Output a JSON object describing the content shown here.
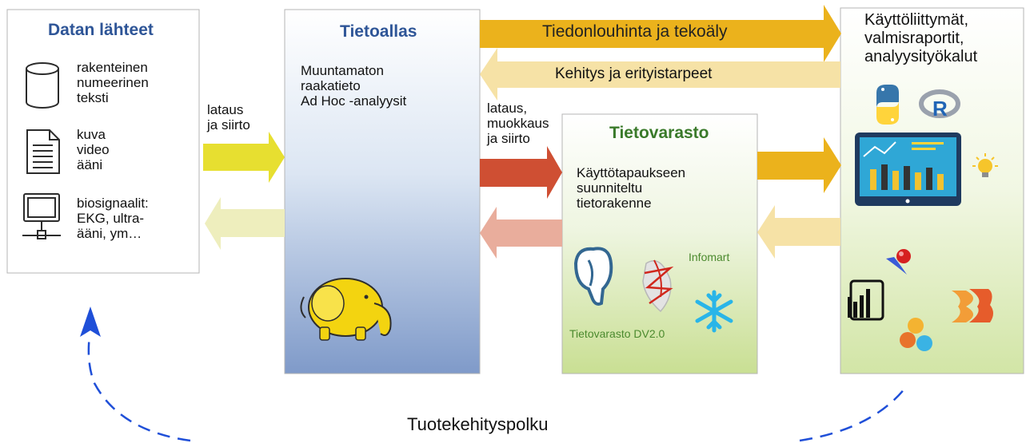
{
  "sources": {
    "title": "Datan lähteet",
    "items": [
      {
        "icon": "database-icon",
        "text": "rakenteinen\nnumeerinen\nteksti"
      },
      {
        "icon": "document-icon",
        "text": "kuva\nvideo\nääni"
      },
      {
        "icon": "computer-network-icon",
        "text": "biosignaalit:\nEKG, ultra-\nääni, ym…"
      }
    ]
  },
  "lake": {
    "title": "Tietoallas",
    "text": "Muuntamaton\nraakatieto\nAd Hoc -analyysit",
    "logo_icon": "hadoop-elephant-icon"
  },
  "warehouse": {
    "title": "Tietovarasto",
    "text": "Käyttötapaukseen\nsuunniteltu\ntietorakenne",
    "logo_labels": {
      "infomart": "Infomart",
      "dv": "Tietovarasto DV2.0"
    },
    "logo_icons": [
      "postgresql-elephant-icon",
      "sql-server-icon",
      "snowflake-icon"
    ]
  },
  "tools": {
    "title": "Käyttöliittymät,\nvalmisraportit,\nanalyysityökalut",
    "logo_icons": [
      "python-icon",
      "r-icon",
      "dashboard-icon",
      "lightbulb-icon",
      "pin-icon",
      "powerbi-icon",
      "d3-icon",
      "dots-logo-icon"
    ]
  },
  "arrows": {
    "load_transfer": "lataus\nja siirto",
    "load_edit_transfer": "lataus,\nmuokkaus\nja siirto",
    "mining": "Tiedonlouhinta ja tekoäly",
    "development": "Kehitys ja erityistarpeet"
  },
  "path_label": "Tuotekehityspolku",
  "colors": {
    "title_blue": "#2e5597",
    "title_green": "#3a7a2a",
    "arrow_yellow": "#e7df30",
    "arrow_yellow_light": "#eeeebd",
    "arrow_orange": "#ebb21c",
    "arrow_orange_light": "#f6e2a6",
    "arrow_red": "#cf4f33",
    "arrow_red_light": "#e9ad9c",
    "dashed_blue": "#1f4fd8"
  }
}
